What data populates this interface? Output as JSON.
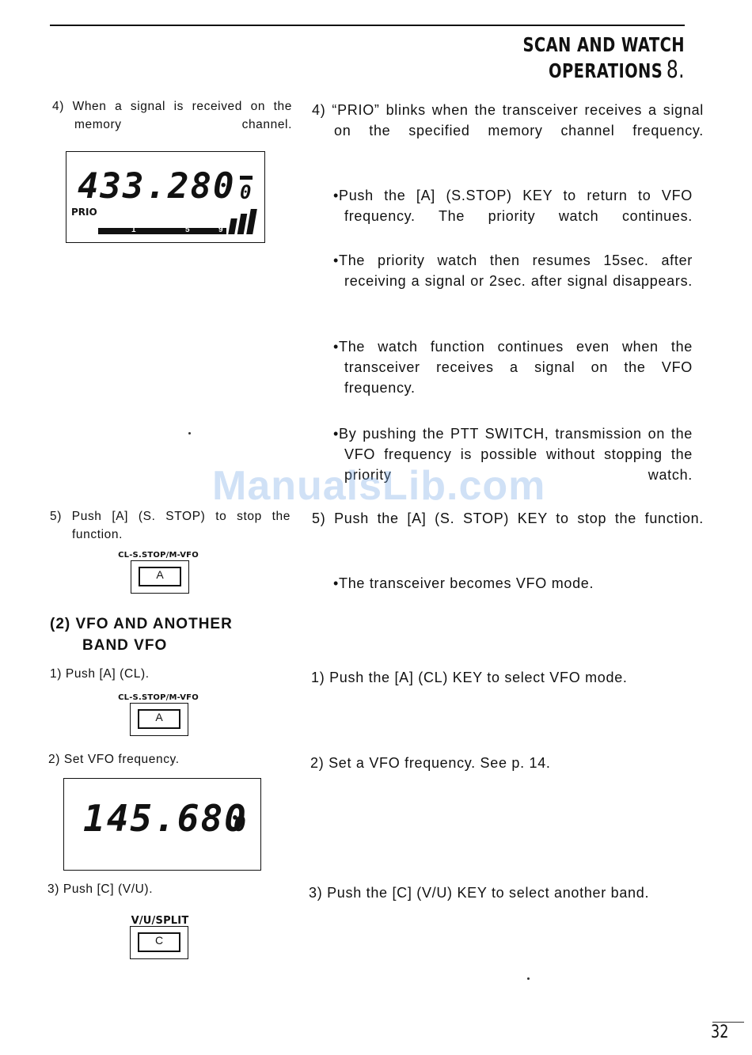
{
  "header": {
    "title": "SCAN AND WATCH OPERATIONS",
    "number": "8."
  },
  "left": {
    "s4": "4) When a signal is received on the memory channel.",
    "lcd1": {
      "freq": "433.280",
      "channel": "0",
      "prio": "PRIO",
      "meter": [
        "1",
        "5",
        "9"
      ]
    },
    "s5": "5) Push [A] (S. STOP) to stop the function.",
    "key1": {
      "label": "CL-S.STOP/M-VFO",
      "key": "A"
    },
    "heading_line1": "(2) VFO AND ANOTHER",
    "heading_line2": "BAND VFO",
    "v1": "1) Push [A] (CL).",
    "key2": {
      "label": "CL-S.STOP/M-VFO",
      "key": "A"
    },
    "v2": "2) Set VFO frequency.",
    "lcd2": {
      "freq": "145.680",
      "channel": "0"
    },
    "v3": "3) Push [C] (V/U).",
    "key3": {
      "label": "V/U/SPLIT",
      "key": "C"
    }
  },
  "right": {
    "r4": "4) “PRIO” blinks when the transceiver receives a signal on the specified memory channel frequency.",
    "b1": "•Push the [A] (S.STOP) KEY to return to VFO frequency. The priority watch continues.",
    "b2": "•The priority watch then resumes 15sec. after receiving a signal or 2sec. after signal disappears.",
    "b3": "•The watch function continues even when the transceiver receives a signal on the VFO frequency.",
    "b4": "•By pushing the PTT SWITCH, transmission on the VFO frequency is possible without stopping the priority watch.",
    "r5": "5) Push the [A] (S. STOP) KEY to stop the function.",
    "b5": "•The transceiver becomes VFO mode.",
    "v1": "1) Push the [A] (CL) KEY to select VFO mode.",
    "v2": "2) Set a VFO frequency. See p. 14.",
    "v3": "3) Push the [C] (V/U) KEY to select another band."
  },
  "watermark": "ManualsLib.com",
  "page_number": "32"
}
